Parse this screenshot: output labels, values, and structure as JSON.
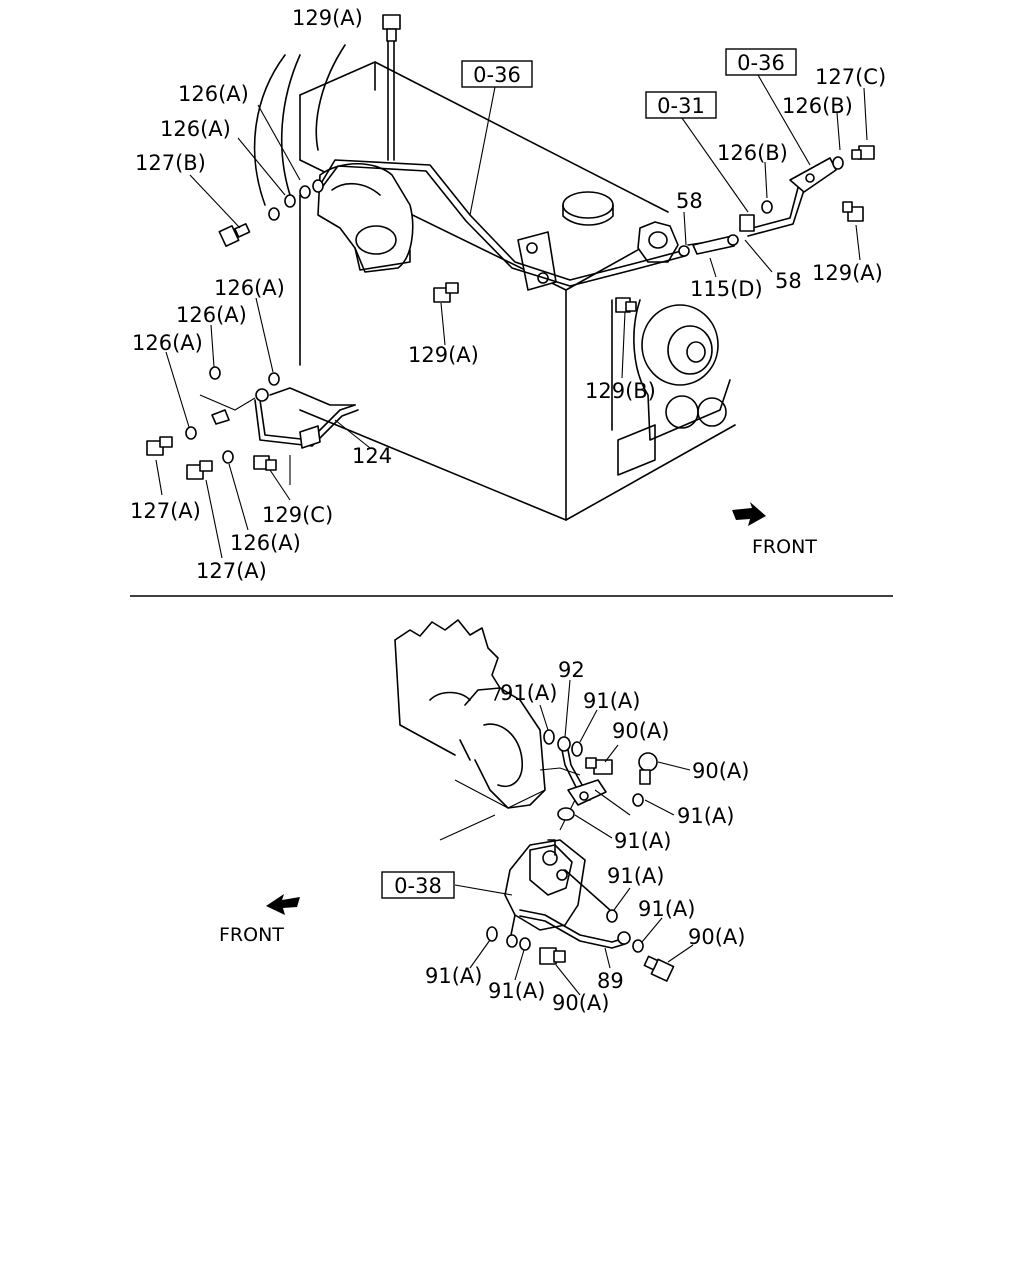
{
  "diagram": {
    "upper": {
      "ref_boxes": [
        "0-36",
        "0-31",
        "0-36"
      ],
      "labels": [
        "129(A)",
        "126(A)",
        "126(A)",
        "127(B)",
        "127(C)",
        "126(B)",
        "126(B)",
        "58",
        "58",
        "115(D)",
        "129(A)",
        "129(A)",
        "129(B)",
        "126(A)",
        "126(A)",
        "126(A)",
        "124",
        "127(A)",
        "129(C)",
        "126(A)",
        "127(A)"
      ],
      "front": "FRONT"
    },
    "lower": {
      "ref_box": "0-38",
      "labels": [
        "92",
        "91(A)",
        "91(A)",
        "90(A)",
        "90(A)",
        "91(A)",
        "91(A)",
        "91(A)",
        "91(A)",
        "90(A)",
        "91(A)",
        "91(A)",
        "90(A)",
        "89"
      ],
      "front": "FRONT"
    }
  }
}
